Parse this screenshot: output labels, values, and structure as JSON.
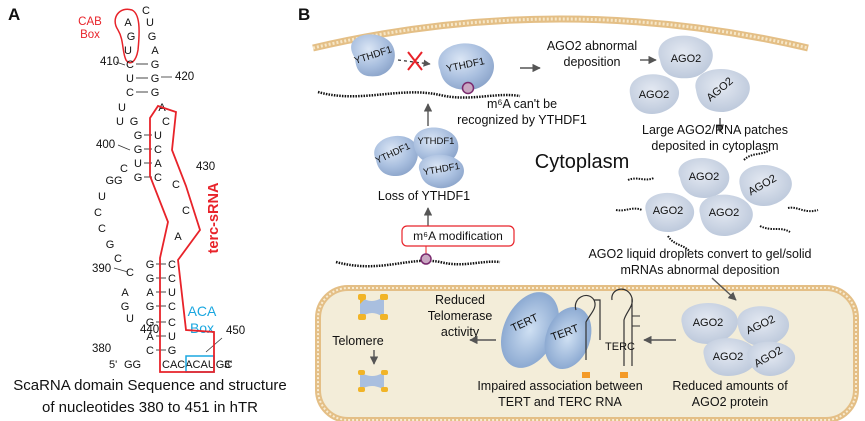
{
  "panelA": {
    "letter": "A",
    "cab_line1": "CAB",
    "cab_line2": "Box",
    "terc_label": "terc-sRNA",
    "aca_line1": "ACA",
    "aca_line2": "Box",
    "pos": {
      "p410": "410",
      "p420": "420",
      "p400": "400",
      "p430": "430",
      "p390": "390",
      "p440": "440",
      "p380": "380",
      "p450": "450"
    },
    "five_prime": "5'",
    "three_prime": "3'",
    "bottom_left": "GG",
    "bottom_right_seq": "CACACAUGC",
    "caption_line1": "ScaRNA domain Sequence and structure",
    "caption_line2": "of nucleotides 380 to 451 in hTR",
    "colors": {
      "terc": "#e8232a",
      "aca": "#1aa7e0",
      "cab": "#e8232a"
    }
  },
  "panelB": {
    "letter": "B",
    "cytoplasm": "Cytoplasm",
    "ythdf1": "YTHDF1",
    "ago2": "AGO2",
    "tert": "TERT",
    "terc": "TERC",
    "m6a_cant_line1": "m⁶A can't be",
    "m6a_cant_line2": "recognized by YTHDF1",
    "loss_ythdf1": "Loss of YTHDF1",
    "m6a_mod": "m⁶A modification",
    "ago2_abn_line1": "AGO2 abnormal",
    "ago2_abn_line2": "deposition",
    "large_line1": "Large AGO2/RNA patches",
    "large_line2": "deposited in cytoplasm",
    "liquid_line1": "AGO2 liquid droplets convert to gel/solid",
    "liquid_line2": "mRNAs abnormal deposition",
    "reduced_tel_line1": "Reduced",
    "reduced_tel_line2": "Telomerase",
    "reduced_tel_line3": "activity",
    "telomere": "Telomere",
    "impaired_line1": "Impaired association between",
    "impaired_line2": "TERT and TERC RNA",
    "reduced_ago_line1": "Reduced amounts of",
    "reduced_ago_line2": "AGO2 protein",
    "colors": {
      "membrane": "#e9c58d",
      "nucleus": "#f2ecd9",
      "protein": "#9fb6d8",
      "x_mark": "#e8232a",
      "box_border": "#e8232a"
    }
  }
}
